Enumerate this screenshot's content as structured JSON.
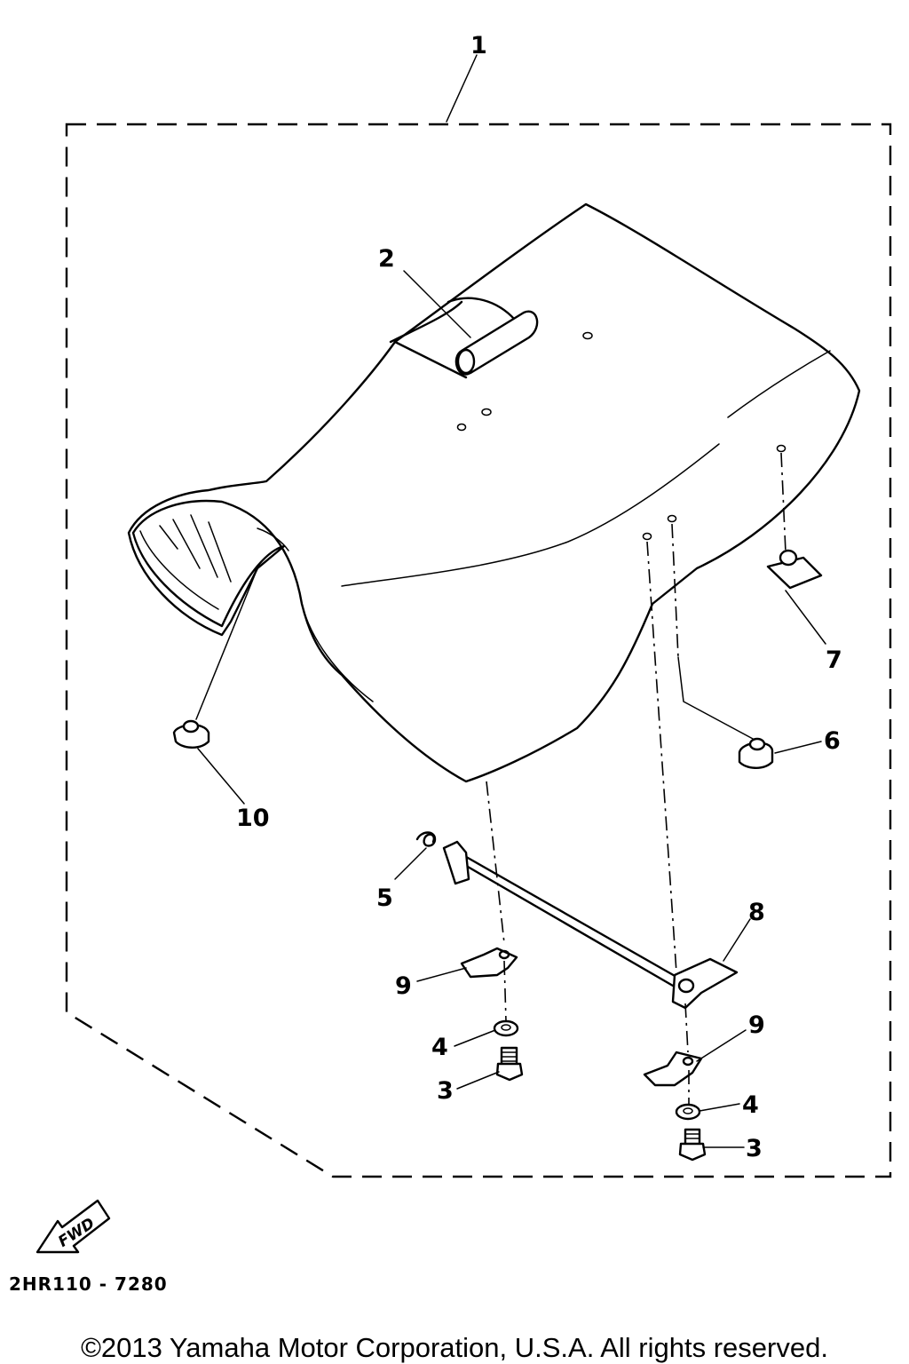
{
  "diagram": {
    "callouts": {
      "c1": "1",
      "c2": "2",
      "c3a": "3",
      "c3b": "3",
      "c4a": "4",
      "c4b": "4",
      "c5": "5",
      "c6": "6",
      "c7": "7",
      "c8": "8",
      "c9a": "9",
      "c9b": "9",
      "c10": "10"
    },
    "fwd_label": "FWD",
    "drawing_code": "2HR110 - 7280"
  },
  "footer": {
    "copyright": "©2013 Yamaha Motor Corporation, U.S.A. All rights reserved."
  }
}
